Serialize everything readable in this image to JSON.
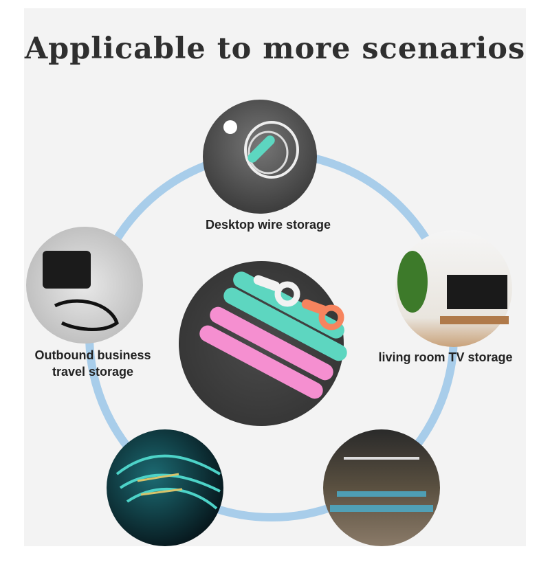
{
  "title": "Applicable to more scenarios",
  "scenarios": {
    "desktop": "Desktop wire storage",
    "travel_line1": "Outbound business",
    "travel_line2": "travel storage",
    "tv": "living room TV storage"
  },
  "colors": {
    "ring": "#a8cdea",
    "panel": "#f3f3f3",
    "teal": "#5dd6c0",
    "pink": "#f58fd0",
    "orange": "#f7845e"
  }
}
